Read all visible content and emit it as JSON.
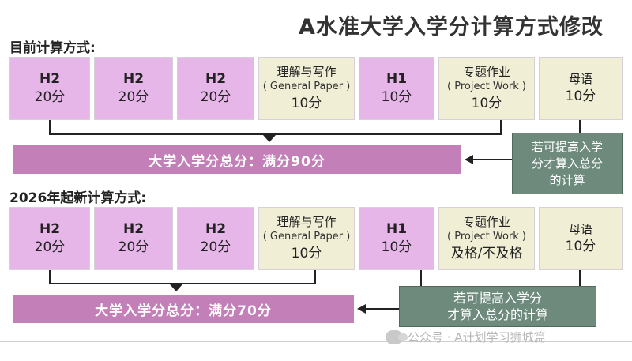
{
  "title": "A水准大学入学分计算方式修改",
  "current": {
    "label": "目前计算方式:",
    "boxes": [
      {
        "subject": "H2",
        "points": "20分"
      },
      {
        "subject": "H2",
        "points": "20分"
      },
      {
        "subject": "H2",
        "points": "20分"
      },
      {
        "name": "理解与写作",
        "english": "( General Paper )",
        "points": "10分"
      },
      {
        "subject": "H1",
        "points": "10分"
      },
      {
        "name": "专题作业",
        "english": "( Project Work )",
        "points": "10分"
      },
      {
        "name": "母语",
        "points": "10分"
      }
    ],
    "total": "大学入学分总分：满分90分",
    "note": [
      "若可提高入学",
      "分才算入总分",
      "的计算"
    ]
  },
  "new2026": {
    "label": "2026年起新计算方式:",
    "boxes": [
      {
        "subject": "H2",
        "points": "20分"
      },
      {
        "subject": "H2",
        "points": "20分"
      },
      {
        "subject": "H2",
        "points": "20分"
      },
      {
        "name": "理解与写作",
        "english": "( General Paper )",
        "points": "10分"
      },
      {
        "subject": "H1",
        "points": "10分"
      },
      {
        "name": "专题作业",
        "english": "( Project Work )",
        "points": "及格/不及格"
      },
      {
        "name": "母语",
        "points": "10分"
      }
    ],
    "total": "大学入学分总分：满分70分",
    "note": [
      "若可提高入学分",
      "才算入总分的计算"
    ]
  },
  "watermark": "公众号 · A计划学习狮城篇",
  "colors": {
    "pink_box": "#e6b6e9",
    "beige_box": "#f1eed6",
    "bar": "#c27fb8",
    "note": "#6d8a7c"
  }
}
